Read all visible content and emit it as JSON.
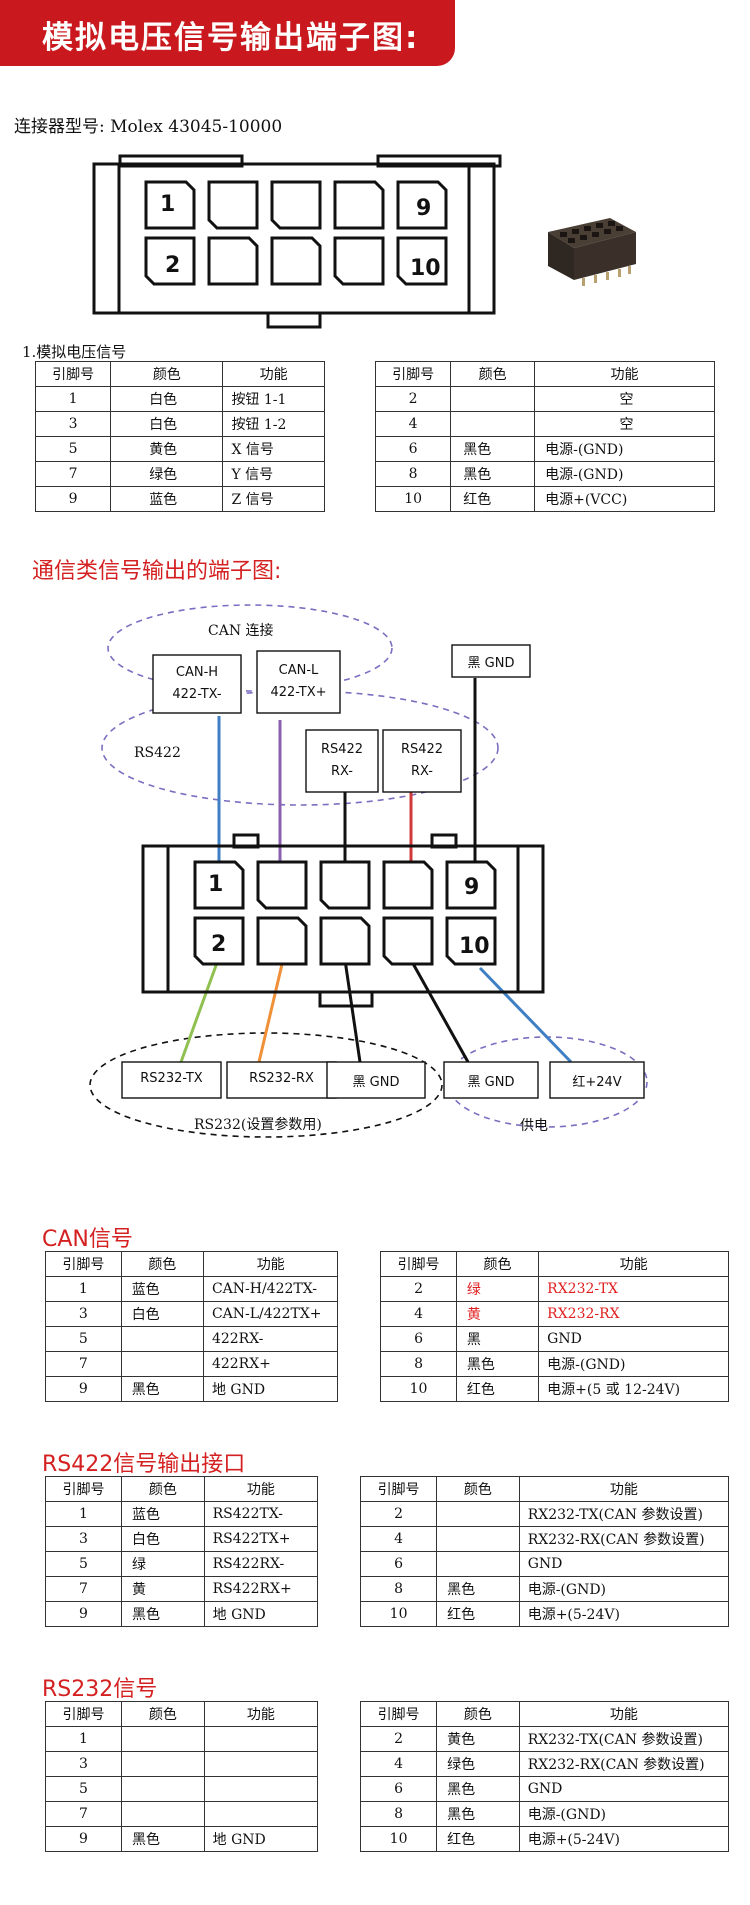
{
  "title": "模拟电压信号输出端子图:",
  "connector_model": "连接器型号: Molex 43045-10000",
  "pins": {
    "p1": "1",
    "p2": "2",
    "p9": "9",
    "p10": "10"
  },
  "section1_label": "1.模拟电压信号",
  "table1": {
    "header": [
      "引脚号",
      "颜色",
      "功能",
      "引脚号",
      "颜色",
      "功能"
    ],
    "rows": [
      [
        "1",
        "白色",
        "按钮 1-1",
        "2",
        "",
        "空"
      ],
      [
        "3",
        "白色",
        "按钮 1-2",
        "4",
        "",
        "空"
      ],
      [
        "5",
        "黄色",
        "X 信号",
        "6",
        "黑色",
        "电源-(GND)"
      ],
      [
        "7",
        "绿色",
        "Y 信号",
        "8",
        "黑色",
        "电源-(GND)"
      ],
      [
        "9",
        "蓝色",
        "Z 信号",
        "10",
        "红色",
        "电源+(VCC)"
      ]
    ]
  },
  "comm_heading": "通信类信号输出的端子图:",
  "diagram": {
    "can_group": "CAN 连接",
    "rs422_group": "RS422",
    "canh": [
      "CAN-H",
      "422-TX-"
    ],
    "canl": [
      "CAN-L",
      "422-TX+"
    ],
    "rs422rx1": [
      "RS422",
      "RX-"
    ],
    "rs422rx2": [
      "RS422",
      "RX-"
    ],
    "black_gnd_top": "黑 GND",
    "rs232tx": "RS232-TX",
    "rs232rx": "RS232-RX",
    "black_gnd_1": "黑 GND",
    "black_gnd_2": "黑 GND",
    "red_24v": "红+24V",
    "rs232_group": "RS232(设置参数用)",
    "power_group": "供电",
    "colors": {
      "blue": "#3f7fc4",
      "purple": "#8a5fae",
      "red": "#d0383a",
      "green": "#8fc050",
      "orange": "#f0913a",
      "dash": "#7a6fc0"
    }
  },
  "can_heading": "CAN信号",
  "table_can": {
    "header": [
      "引脚号",
      "颜色",
      "功能",
      "引脚号",
      "颜色",
      "功能"
    ],
    "rows": [
      [
        "1",
        "蓝色",
        "CAN-H/422TX-",
        "2",
        "绿",
        "RX232-TX"
      ],
      [
        "3",
        "白色",
        "CAN-L/422TX+",
        "4",
        "黄",
        "RX232-RX"
      ],
      [
        "5",
        "",
        "422RX-",
        "6",
        "黑",
        "GND"
      ],
      [
        "7",
        "",
        "422RX+",
        "8",
        "黑色",
        "电源-(GND)"
      ],
      [
        "9",
        "黑色",
        "地 GND",
        "10",
        "红色",
        "电源+(5 或 12-24V)"
      ]
    ]
  },
  "rs422_heading": "RS422信号输出接口",
  "table_rs422": {
    "header": [
      "引脚号",
      "颜色",
      "功能",
      "引脚号",
      "颜色",
      "功能"
    ],
    "rows": [
      [
        "1",
        "蓝色",
        "RS422TX-",
        "2",
        "",
        "RX232-TX(CAN 参数设置)"
      ],
      [
        "3",
        "白色",
        "RS422TX+",
        "4",
        "",
        "RX232-RX(CAN 参数设置)"
      ],
      [
        "5",
        "绿",
        "RS422RX-",
        "6",
        "",
        "GND"
      ],
      [
        "7",
        "黄",
        "RS422RX+",
        "8",
        "黑色",
        "电源-(GND)"
      ],
      [
        "9",
        "黑色",
        "地 GND",
        "10",
        "红色",
        "电源+(5-24V)"
      ]
    ]
  },
  "rs232_heading": "RS232信号",
  "table_rs232": {
    "header": [
      "引脚号",
      "颜色",
      "功能",
      "引脚号",
      "颜色",
      "功能"
    ],
    "rows": [
      [
        "1",
        "",
        "",
        "2",
        "黄色",
        "RX232-TX(CAN 参数设置)"
      ],
      [
        "3",
        "",
        "",
        "4",
        "绿色",
        "RX232-RX(CAN 参数设置)"
      ],
      [
        "5",
        "",
        "",
        "6",
        "黑色",
        "GND"
      ],
      [
        "7",
        "",
        "",
        "8",
        "黑色",
        "电源-(GND)"
      ],
      [
        "9",
        "黑色",
        "地 GND",
        "10",
        "红色",
        "电源+(5-24V)"
      ]
    ]
  }
}
